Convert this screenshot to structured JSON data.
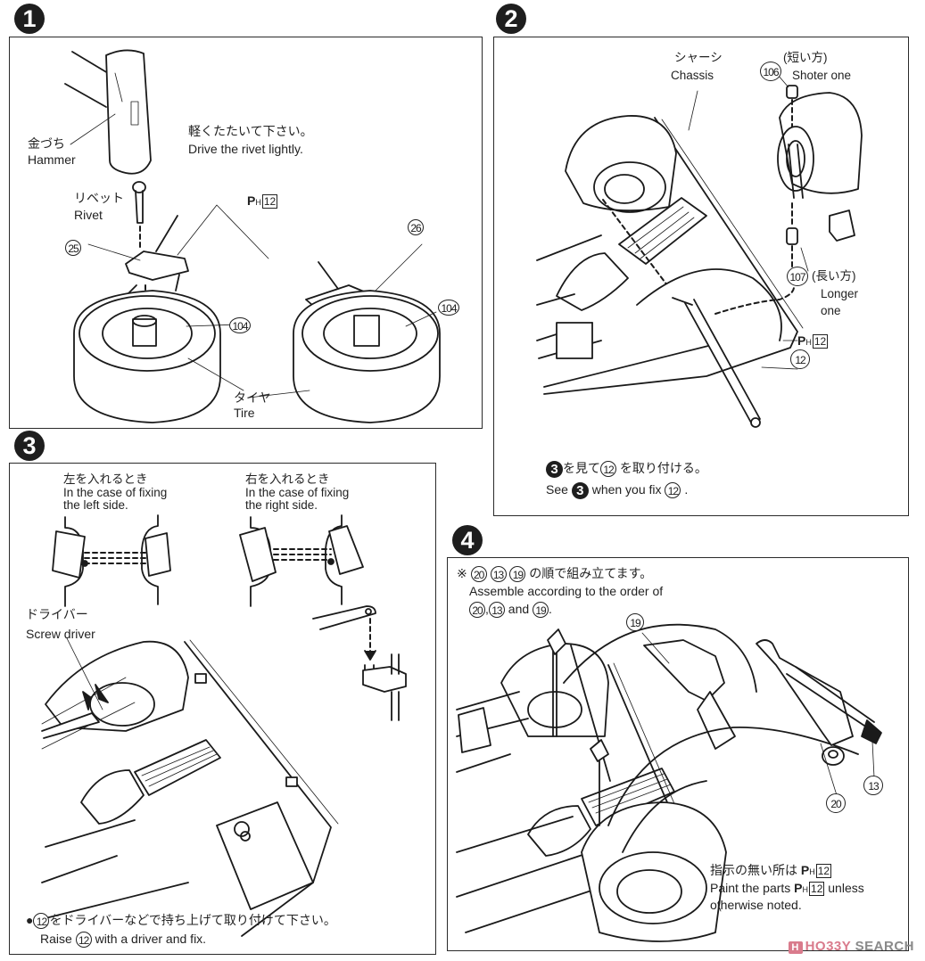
{
  "steps": [
    {
      "number": "1",
      "instruction_jp": "軽くたたいて下さい。",
      "instruction_en": "Drive the rivet lightly.",
      "labels": {
        "hammer_jp": "金づち",
        "hammer_en": "Hammer",
        "rivet_jp": "リベット",
        "rivet_en": "Rivet",
        "tire_jp": "タイヤ",
        "tire_en": "Tire"
      },
      "paint": {
        "prefix": "P",
        "sub": "H",
        "code": "12"
      },
      "parts": [
        "25",
        "26",
        "104",
        "104"
      ]
    },
    {
      "number": "2",
      "labels": {
        "chassis_jp": "シャーシ",
        "chassis_en": "Chassis",
        "shorter_jp": "(短い方)",
        "shorter_en": "Shoter one",
        "longer_jp": "(長い方)",
        "longer_en_line1": "Longer",
        "longer_en_line2": "one"
      },
      "paint": {
        "prefix": "P",
        "sub": "H",
        "code": "12"
      },
      "parts": [
        "106",
        "107",
        "12"
      ],
      "note": {
        "ref_step": "3",
        "ref_part": "12",
        "jp_middle": "を見て",
        "jp_end": "を取り付ける。",
        "en_start": "See",
        "en_middle": "when you fix",
        "en_end": "."
      }
    },
    {
      "number": "3",
      "labels": {
        "left_jp": "左を入れるとき",
        "left_en_line1": "In the case of fixing",
        "left_en_line2": "the left side.",
        "right_jp": "右を入れるとき",
        "right_en_line1": "In the case of fixing",
        "right_en_line2": "the right side.",
        "driver_jp": "ドライバー",
        "driver_en": "Screw driver"
      },
      "note": {
        "bullet": "●",
        "part": "12",
        "jp": "をドライバーなどで持ち上げて取り付けて下さい。",
        "en_start": "Raise",
        "en_end": "with a driver and fix."
      }
    },
    {
      "number": "4",
      "note": {
        "mark": "※",
        "order": [
          "20",
          "13",
          "19"
        ],
        "jp_end": "の順で組み立てます。",
        "en_line1": "Assemble according to the order of",
        "en_and": "and",
        "en_end": "."
      },
      "parts": [
        "19",
        "13",
        "20"
      ],
      "paint_note": {
        "jp": "指示の無い所は",
        "en_start": "Paint the parts",
        "en_end": "unless",
        "en_line2": "otherwise noted."
      },
      "paint": {
        "prefix": "P",
        "sub": "H",
        "code": "12"
      }
    }
  ],
  "watermark": {
    "logo": "H",
    "brand_a": "HO33Y",
    "brand_b": " SEARCH"
  }
}
